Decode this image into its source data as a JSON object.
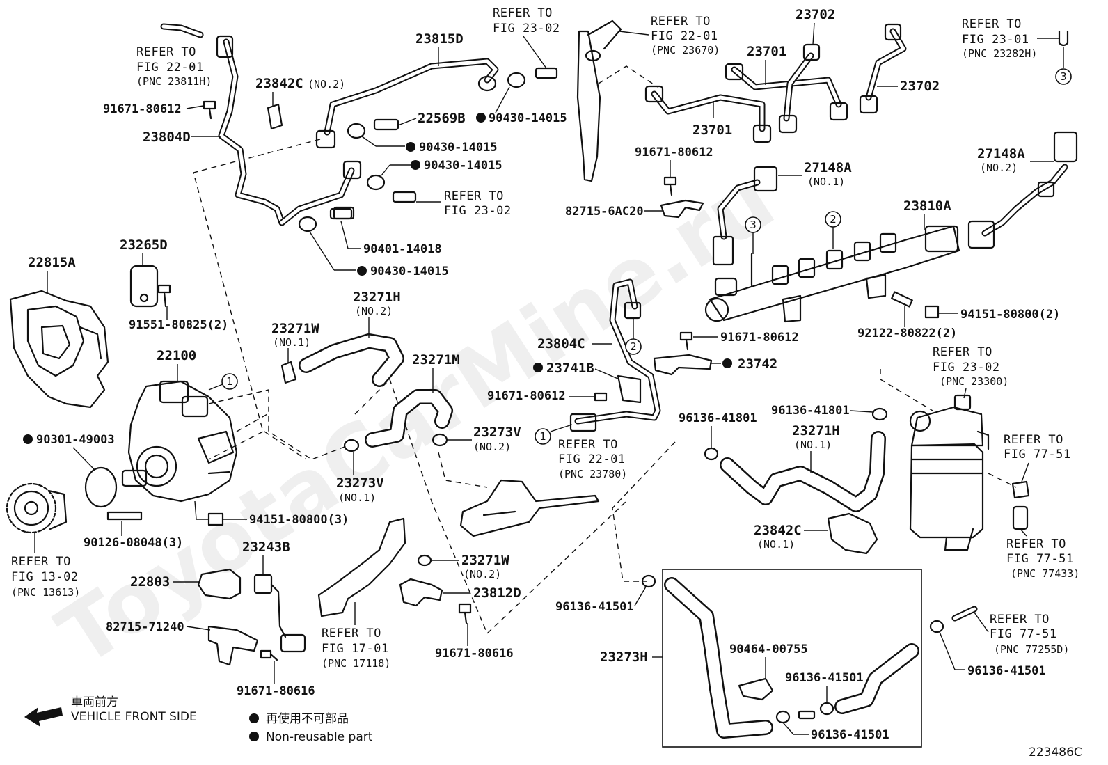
{
  "watermark": "ToyotaCarMine.ru",
  "diagram_code": "223486C",
  "legend": {
    "front_jp": "車両前方",
    "front_en": "VEHICLE FRONT SIDE",
    "nonreusable_jp": "再使用不可部品",
    "nonreusable_en": "Non-reusable part"
  },
  "parts": {
    "p22815A": "22815A",
    "p23265D": "23265D",
    "p91551": "91551-80825(2)",
    "p22100": "22100",
    "p90301": "90301-49003",
    "p90126": "90126-08048(3)",
    "p94151a": "94151-80800(3)",
    "p23243B": "23243B",
    "p22803": "22803",
    "p82715_71240": "82715-71240",
    "p91671_80616a": "91671-80616",
    "p91671_80612a": "91671-80612",
    "p23804D": "23804D",
    "p23842C_2": "23842C",
    "p23842C_2n": "(NO.2)",
    "p23815D": "23815D",
    "p22569B": "22569B",
    "p90430a": "90430-14015",
    "p90430b": "90430-14015",
    "p90430c": "90430-14015",
    "p90430d": "90430-14015",
    "p90401": "90401-14018",
    "p23271W_1": "23271W",
    "p23271W_1n": "(NO.1)",
    "p23271H_2": "23271H",
    "p23271H_2n": "(NO.2)",
    "p23271M": "23271M",
    "p23273V_2": "23273V",
    "p23273V_2n": "(NO.2)",
    "p23273V_1": "23273V",
    "p23273V_1n": "(NO.1)",
    "p23271W_2": "23271W",
    "p23271W_2n": "(NO.2)",
    "p23812D": "23812D",
    "p91671_80616b": "91671-80616",
    "p23804C": "23804C",
    "p23741B": "23741B",
    "p91671_80612b": "91671-80612",
    "p23742": "23742",
    "p91671_80612c": "91671-80612",
    "p91671_80612d": "91671-80612",
    "p82715_6AC20": "82715-6AC20",
    "p23701a": "23701",
    "p23701b": "23701",
    "p23702a": "23702",
    "p23702b": "23702",
    "p27148A_1": "27148A",
    "p27148A_1n": "(NO.1)",
    "p27148A_2": "27148A",
    "p27148A_2n": "(NO.2)",
    "p23810A": "23810A",
    "p92122": "92122-80822(2)",
    "p94151b": "94151-80800(2)",
    "p96136_41801a": "96136-41801",
    "p96136_41801b": "96136-41801",
    "p23271H_1": "23271H",
    "p23271H_1n": "(NO.1)",
    "p23842C_1": "23842C",
    "p23842C_1n": "(NO.1)",
    "p96136_41501a": "96136-41501",
    "p96136_41501b": "96136-41501",
    "p96136_41501c": "96136-41501",
    "p96136_41501d": "96136-41501",
    "p23273H": "23273H",
    "p90464": "90464-00755"
  },
  "refs": {
    "r1": [
      "REFER TO",
      "FIG 22-01",
      "(PNC 23811H)"
    ],
    "r2": [
      "REFER TO",
      "FIG 23-02"
    ],
    "r3": [
      "REFER TO",
      "FIG 22-01",
      "(PNC 23670)"
    ],
    "r4": [
      "REFER TO",
      "FIG 23-01",
      "(PNC 23282H)"
    ],
    "r5": [
      "REFER TO",
      "FIG 23-02"
    ],
    "r6": [
      "REFER TO",
      "FIG 22-01",
      "(PNC 23780)"
    ],
    "r7": [
      "REFER TO",
      "FIG 23-02",
      "(PNC 23300)"
    ],
    "r8": [
      "REFER TO",
      "FIG 77-51"
    ],
    "r9": [
      "REFER TO",
      "FIG 77-51",
      "(PNC 77433)"
    ],
    "r10": [
      "REFER TO",
      "FIG 77-51",
      "(PNC 77255D)"
    ],
    "r11": [
      "REFER TO",
      "FIG 13-02",
      "(PNC 13613)"
    ],
    "r12": [
      "REFER TO",
      "FIG 17-01",
      "(PNC 17118)"
    ]
  },
  "markers": {
    "m1": "1",
    "m2": "2",
    "m3": "3"
  }
}
